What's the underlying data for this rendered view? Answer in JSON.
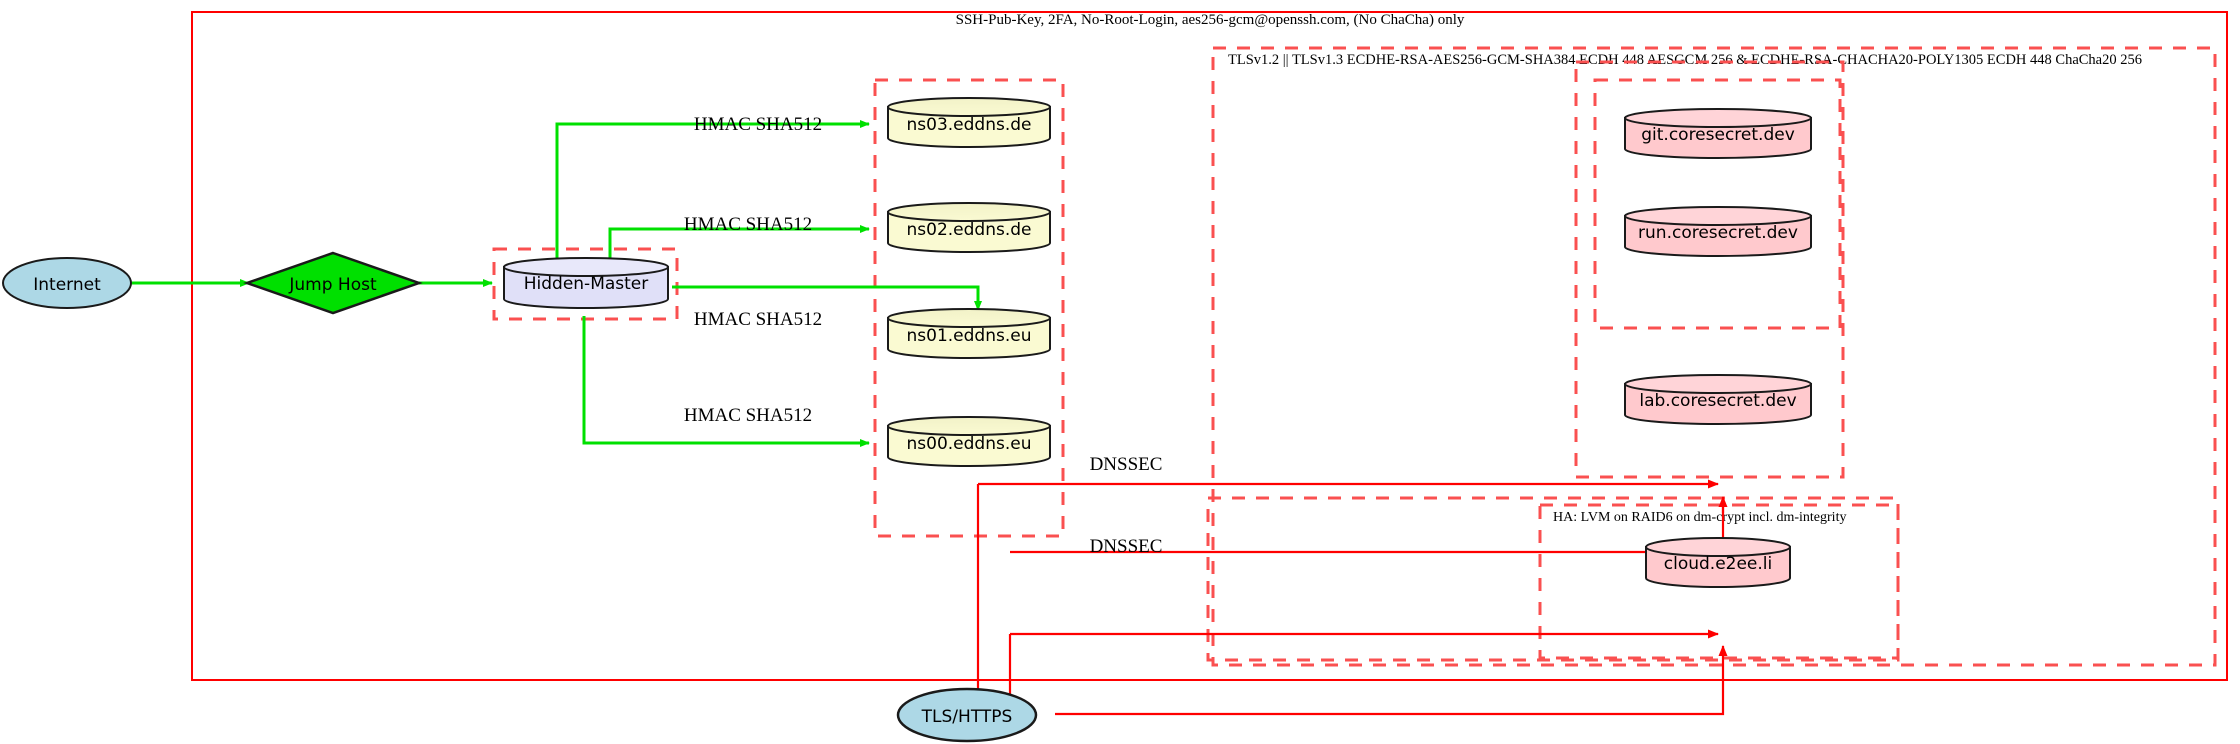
{
  "diagram": {
    "title_top_boundary": "SSH-Pub-Key, 2FA, No-Root-Login, aes256-gcm@openssh.com, (No ChaCha) only",
    "tls_cluster_label": "TLSv1.2 || TLSv1.3 ECDHE-RSA-AES256-GCM-SHA384 ECDH 448 AESGCM 256 & ECDHE-RSA-CHACHA20-POLY1305 ECDH 448 ChaCha20 256",
    "ha_cluster_label": "HA: LVM on RAID6 on dm-crypt incl. dm-integrity",
    "nodes": {
      "internet": "Internet",
      "jump_host": "Jump Host",
      "hidden_master": "Hidden-Master",
      "ns03": "ns03.eddns.de",
      "ns02": "ns02.eddns.de",
      "ns01": "ns01.eddns.eu",
      "ns00": "ns00.eddns.eu",
      "git": "git.coresecret.dev",
      "run": "run.coresecret.dev",
      "lab": "lab.coresecret.dev",
      "cloud": "cloud.e2ee.li",
      "tls_https": "TLS/HTTPS"
    },
    "edge_labels": {
      "hmac_ns03": "HMAC SHA512",
      "hmac_ns02": "HMAC SHA512",
      "hmac_ns01": "HMAC SHA512",
      "hmac_ns00": "HMAC SHA512",
      "dnssec_upper": "DNSSEC",
      "dnssec_lower": "DNSSEC"
    },
    "colors": {
      "boundary_red": "#ff0000",
      "cluster_dashed_red": "#fa5050",
      "edge_green": "#00e000",
      "internet_fill": "#add8e6",
      "jump_host_fill": "#00e000",
      "hidden_master_fill": "#e0e0f8",
      "ns_fill": "#fafad2",
      "service_fill": "#ffc0cb",
      "tls_fill": "#add8e6",
      "stroke_black": "#1a1a1a"
    }
  }
}
